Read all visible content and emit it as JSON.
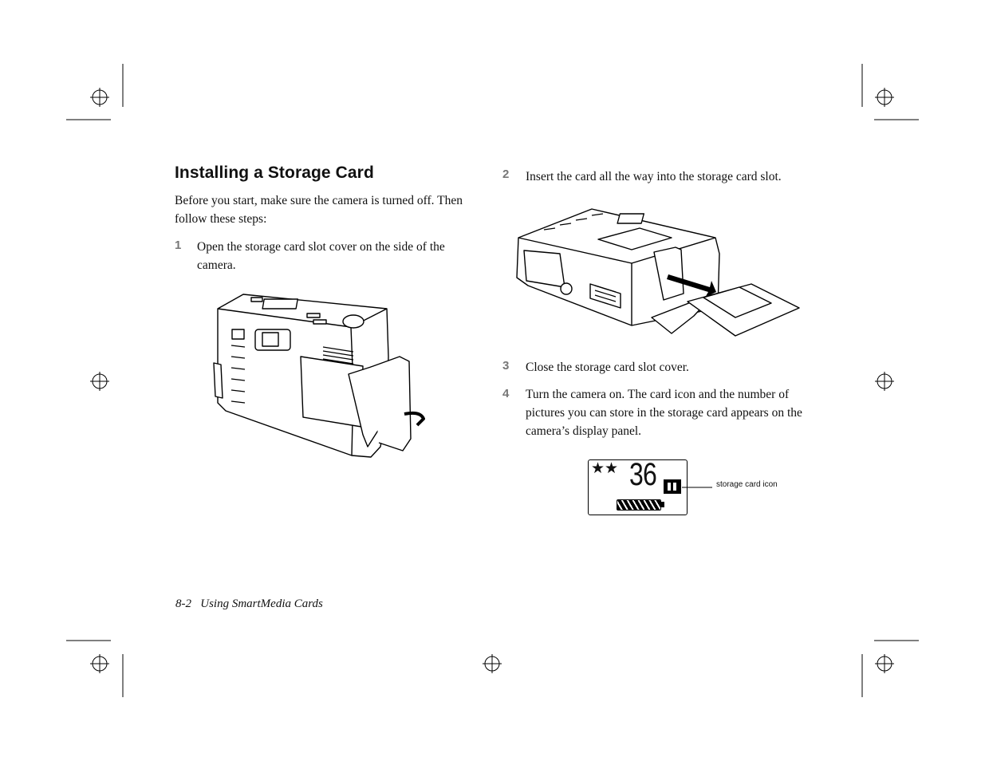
{
  "section": {
    "title": "Installing a Storage Card",
    "intro": "Before you start, make sure the camera is turned off. Then follow these steps:"
  },
  "steps": [
    {
      "number": "1",
      "text": "Open the storage card slot cover on the side of the camera."
    },
    {
      "number": "2",
      "text": "Insert the card all the way into the storage card slot."
    },
    {
      "number": "3",
      "text": "Close the storage card slot cover."
    },
    {
      "number": "4",
      "text": "Turn the camera on. The card icon and the number of pictures you can store in the storage card appears on the camera’s display panel."
    }
  ],
  "display_panel": {
    "stars": "★★",
    "count": "36",
    "callout": "storage card icon"
  },
  "footer": {
    "page": "8-2",
    "chapter": "Using SmartMedia Cards"
  }
}
